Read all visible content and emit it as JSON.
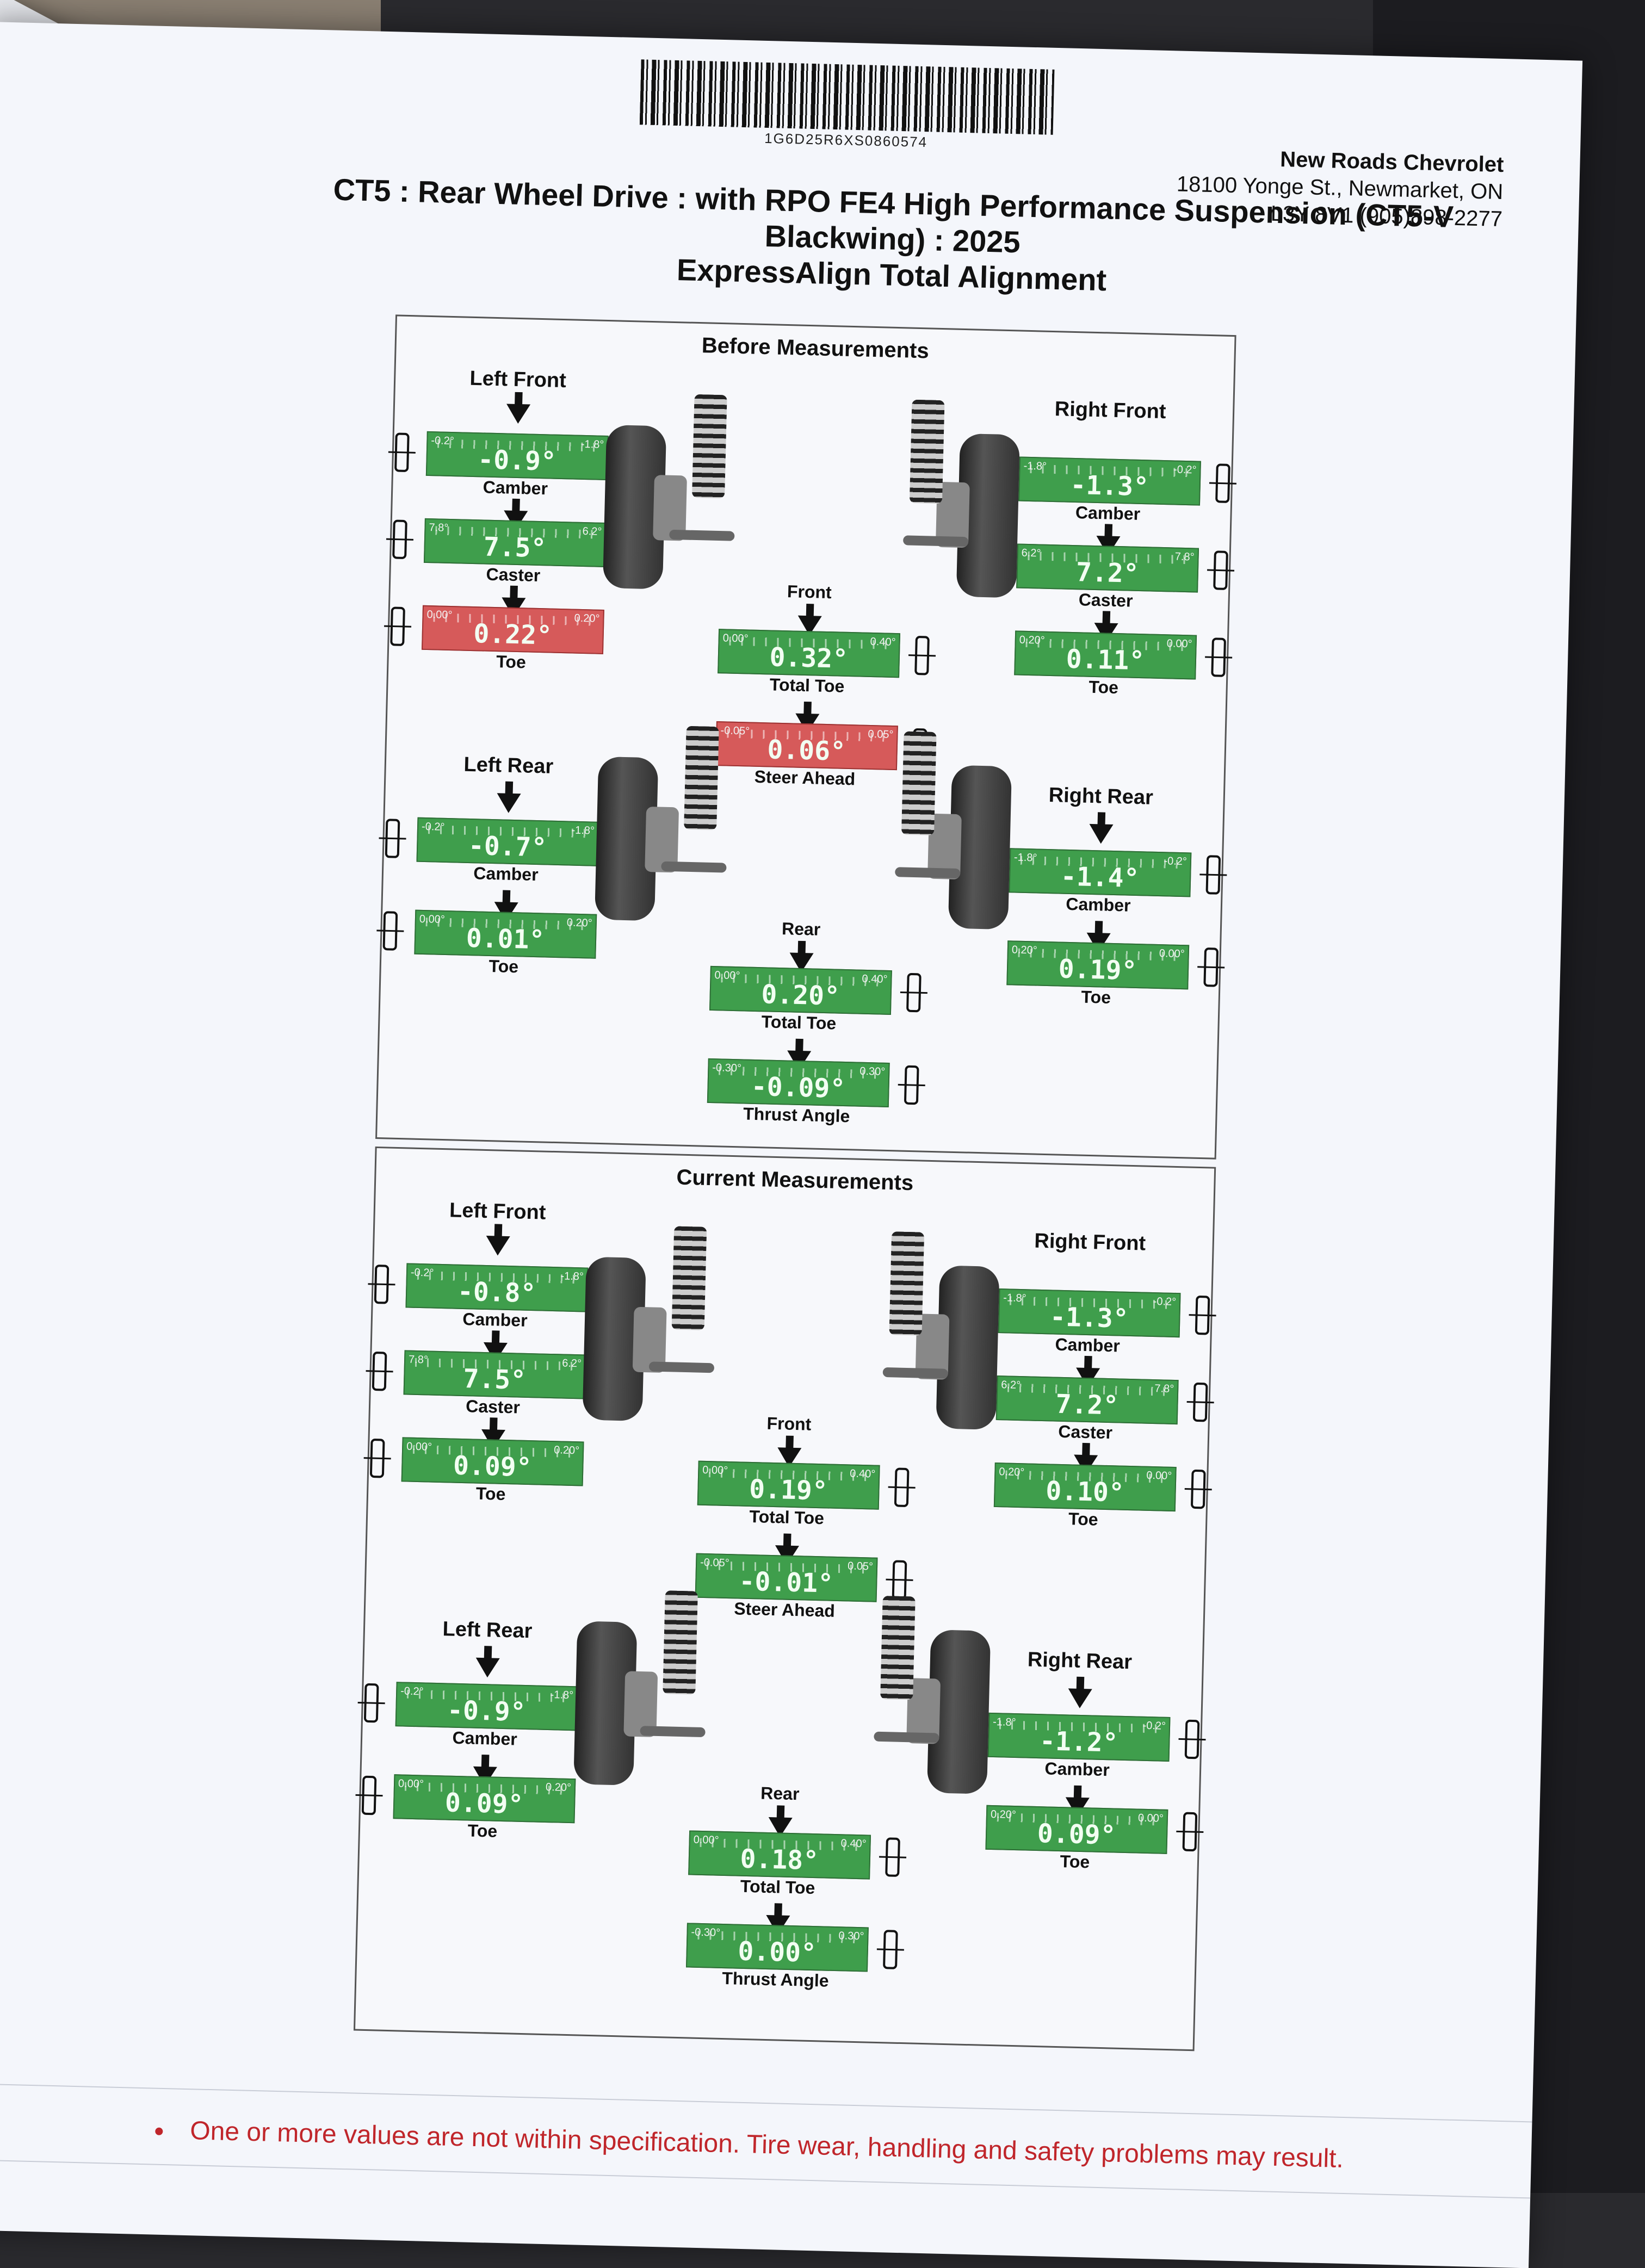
{
  "barcode": "1G6D25R6XS0860574",
  "dealer": {
    "name": "New Roads Chevrolet",
    "address": "18100 Yonge St., Newmarket, ON",
    "postal_phone": "L3Y 8V1   (905)898-2277"
  },
  "title_line1": "CT5 : Rear Wheel Drive : with RPO FE4 High Performance Suspension (CT5-V",
  "title_line2": "Blackwing) : 2025",
  "title_line3": "ExpressAlign Total Alignment",
  "before": {
    "heading": "Before Measurements",
    "left_front": {
      "label": "Left Front",
      "camber": {
        "value": "-0.9°",
        "lo": "-0.2°",
        "hi": "-1.8°",
        "label": "Camber",
        "ok": true
      },
      "caster": {
        "value": "7.5°",
        "lo": "7.8°",
        "hi": "6.2°",
        "label": "Caster",
        "ok": true
      },
      "toe": {
        "value": "0.22°",
        "lo": "0.00°",
        "hi": "0.20°",
        "label": "Toe",
        "ok": false
      }
    },
    "right_front": {
      "label": "Right Front",
      "camber": {
        "value": "-1.3°",
        "lo": "-1.8°",
        "hi": "-0.2°",
        "label": "Camber",
        "ok": true
      },
      "caster": {
        "value": "7.2°",
        "lo": "6.2°",
        "hi": "7.8°",
        "label": "Caster",
        "ok": true
      },
      "toe": {
        "value": "0.11°",
        "lo": "0.20°",
        "hi": "0.00°",
        "label": "Toe",
        "ok": true
      }
    },
    "front": {
      "label": "Front",
      "total_toe": {
        "value": "0.32°",
        "lo": "0.00°",
        "hi": "0.40°",
        "label": "Total Toe",
        "ok": true
      },
      "steer_ahead": {
        "value": "0.06°",
        "lo": "-0.05°",
        "hi": "0.05°",
        "label": "Steer Ahead",
        "ok": false
      }
    },
    "left_rear": {
      "label": "Left Rear",
      "camber": {
        "value": "-0.7°",
        "lo": "-0.2°",
        "hi": "-1.8°",
        "label": "Camber",
        "ok": true
      },
      "toe": {
        "value": "0.01°",
        "lo": "0.00°",
        "hi": "0.20°",
        "label": "Toe",
        "ok": true
      }
    },
    "right_rear": {
      "label": "Right Rear",
      "camber": {
        "value": "-1.4°",
        "lo": "-1.8°",
        "hi": "-0.2°",
        "label": "Camber",
        "ok": true
      },
      "toe": {
        "value": "0.19°",
        "lo": "0.20°",
        "hi": "0.00°",
        "label": "Toe",
        "ok": true
      }
    },
    "rear": {
      "label": "Rear",
      "total_toe": {
        "value": "0.20°",
        "lo": "0.00°",
        "hi": "0.40°",
        "label": "Total Toe",
        "ok": true
      },
      "thrust": {
        "value": "-0.09°",
        "lo": "-0.30°",
        "hi": "0.30°",
        "label": "Thrust Angle",
        "ok": true
      }
    }
  },
  "current": {
    "heading": "Current Measurements",
    "left_front": {
      "label": "Left Front",
      "camber": {
        "value": "-0.8°",
        "lo": "-0.2°",
        "hi": "-1.8°",
        "label": "Camber",
        "ok": true
      },
      "caster": {
        "value": "7.5°",
        "lo": "7.8°",
        "hi": "6.2°",
        "label": "Caster",
        "ok": true
      },
      "toe": {
        "value": "0.09°",
        "lo": "0.00°",
        "hi": "0.20°",
        "label": "Toe",
        "ok": true
      }
    },
    "right_front": {
      "label": "Right Front",
      "camber": {
        "value": "-1.3°",
        "lo": "-1.8°",
        "hi": "-0.2°",
        "label": "Camber",
        "ok": true
      },
      "caster": {
        "value": "7.2°",
        "lo": "6.2°",
        "hi": "7.8°",
        "label": "Caster",
        "ok": true
      },
      "toe": {
        "value": "0.10°",
        "lo": "0.20°",
        "hi": "0.00°",
        "label": "Toe",
        "ok": true
      }
    },
    "front": {
      "label": "Front",
      "total_toe": {
        "value": "0.19°",
        "lo": "0.00°",
        "hi": "0.40°",
        "label": "Total Toe",
        "ok": true
      },
      "steer_ahead": {
        "value": "-0.01°",
        "lo": "-0.05°",
        "hi": "0.05°",
        "label": "Steer Ahead",
        "ok": true
      }
    },
    "left_rear": {
      "label": "Left Rear",
      "camber": {
        "value": "-0.9°",
        "lo": "-0.2°",
        "hi": "-1.8°",
        "label": "Camber",
        "ok": true
      },
      "toe": {
        "value": "0.09°",
        "lo": "0.00°",
        "hi": "0.20°",
        "label": "Toe",
        "ok": true
      }
    },
    "right_rear": {
      "label": "Right Rear",
      "camber": {
        "value": "-1.2°",
        "lo": "-1.8°",
        "hi": "-0.2°",
        "label": "Camber",
        "ok": true
      },
      "toe": {
        "value": "0.09°",
        "lo": "0.20°",
        "hi": "0.00°",
        "label": "Toe",
        "ok": true
      }
    },
    "rear": {
      "label": "Rear",
      "total_toe": {
        "value": "0.18°",
        "lo": "0.00°",
        "hi": "0.40°",
        "label": "Total Toe",
        "ok": true
      },
      "thrust": {
        "value": "0.00°",
        "lo": "-0.30°",
        "hi": "0.30°",
        "label": "Thrust Angle",
        "ok": true
      }
    }
  },
  "warning": "One or more values are not within specification.  Tire wear, handling and safety problems may result.",
  "colors": {
    "in_spec": "#3f9e4c",
    "out_of_spec": "#d65a5a",
    "warning_text": "#c0262b"
  }
}
